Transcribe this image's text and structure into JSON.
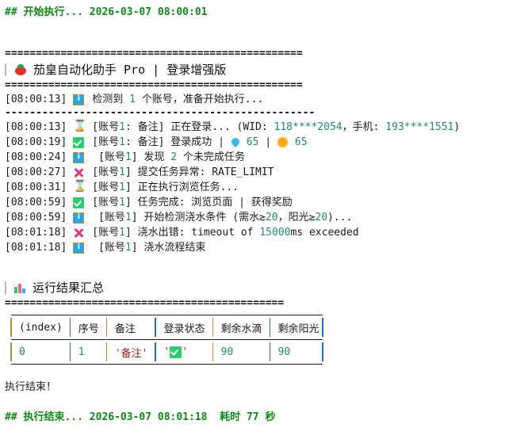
{
  "header": {
    "start_line": "## 开始执行... 2026-03-07 08:00:01"
  },
  "banner": {
    "rule": "================================================",
    "icon": "tomato-icon",
    "title": "茄皇自动化助手 Pro | 登录增强版"
  },
  "separators": {
    "dashed": "--------------------------------------------------",
    "equals_short": "============================================="
  },
  "logs": [
    {
      "time": "[08:00:13]",
      "icon": "info-icon",
      "segments": [
        {
          "text": "检测到 ",
          "color": "dark"
        },
        {
          "text": "1",
          "color": "teal"
        },
        {
          "text": " 个账号，准备开始执行...",
          "color": "dark"
        }
      ]
    },
    {
      "time": "[08:00:13]",
      "icon": "hourglass-icon",
      "segments": [
        {
          "text": "[账号",
          "color": "dark"
        },
        {
          "text": "1",
          "color": "teal"
        },
        {
          "text": ": 备注] 正在登录... (WID: ",
          "color": "dark"
        },
        {
          "text": "118****2054",
          "color": "teal"
        },
        {
          "text": "，手机: ",
          "color": "dark"
        },
        {
          "text": "193****1551",
          "color": "teal"
        },
        {
          "text": ")",
          "color": "dark"
        }
      ]
    },
    {
      "time": "[08:00:19]",
      "icon": "check-icon",
      "segments": [
        {
          "text": "[账号",
          "color": "dark"
        },
        {
          "text": "1",
          "color": "teal"
        },
        {
          "text": ": 备注] 登录成功 | ",
          "color": "dark"
        },
        {
          "icon": "water-drop-icon"
        },
        {
          "text": " ",
          "color": "dark"
        },
        {
          "text": "65",
          "color": "teal"
        },
        {
          "text": " | ",
          "color": "dark"
        },
        {
          "icon": "sun-icon"
        },
        {
          "text": " ",
          "color": "dark"
        },
        {
          "text": "65",
          "color": "teal"
        }
      ]
    },
    {
      "time": "[08:00:24]",
      "icon": "info-icon",
      "segments": [
        {
          "text": " [账号",
          "color": "dark"
        },
        {
          "text": "1",
          "color": "teal"
        },
        {
          "text": "] 发现 ",
          "color": "dark"
        },
        {
          "text": "2",
          "color": "teal"
        },
        {
          "text": " 个未完成任务",
          "color": "dark"
        }
      ]
    },
    {
      "time": "[08:00:27]",
      "icon": "x-icon",
      "segments": [
        {
          "text": "[账号",
          "color": "dark"
        },
        {
          "text": "1",
          "color": "teal"
        },
        {
          "text": "] 提交任务异常: RATE_LIMIT",
          "color": "dark"
        }
      ]
    },
    {
      "time": "[08:00:31]",
      "icon": "hourglass-icon",
      "segments": [
        {
          "text": "[账号",
          "color": "dark"
        },
        {
          "text": "1",
          "color": "teal"
        },
        {
          "text": "] 正在执行浏览任务...",
          "color": "dark"
        }
      ]
    },
    {
      "time": "[08:00:59]",
      "icon": "check-icon",
      "segments": [
        {
          "text": "[账号",
          "color": "dark"
        },
        {
          "text": "1",
          "color": "teal"
        },
        {
          "text": "] 任务完成: 浏览页面 | 获得奖励",
          "color": "dark"
        }
      ]
    },
    {
      "time": "[08:00:59]",
      "icon": "info-icon",
      "segments": [
        {
          "text": " [账号",
          "color": "dark"
        },
        {
          "text": "1",
          "color": "teal"
        },
        {
          "text": "] 开始检测浇水条件 (需水≥",
          "color": "dark"
        },
        {
          "text": "20",
          "color": "teal"
        },
        {
          "text": "，阳光≥",
          "color": "dark"
        },
        {
          "text": "20",
          "color": "teal"
        },
        {
          "text": ")...",
          "color": "dark"
        }
      ]
    },
    {
      "time": "[08:01:18]",
      "icon": "x-icon",
      "segments": [
        {
          "text": "[账号",
          "color": "dark"
        },
        {
          "text": "1",
          "color": "teal"
        },
        {
          "text": "] 浇水出错: timeout of ",
          "color": "dark"
        },
        {
          "text": "15000",
          "color": "teal"
        },
        {
          "text": "ms exceeded",
          "color": "dark"
        }
      ]
    },
    {
      "time": "[08:01:18]",
      "icon": "info-icon",
      "segments": [
        {
          "text": " [账号",
          "color": "dark"
        },
        {
          "text": "1",
          "color": "teal"
        },
        {
          "text": "] 浇水流程结束",
          "color": "dark"
        }
      ]
    }
  ],
  "summary": {
    "icon": "bar-chart-icon",
    "title": "运行结果汇总"
  },
  "table": {
    "columns": [
      "(index)",
      "序号",
      "备注",
      "登录状态",
      "剩余水滴",
      "剩余阳光"
    ],
    "rows": [
      {
        "index": "0",
        "seq": "1",
        "note": "备注",
        "login_status_icon": "check-icon",
        "water": "90",
        "sun": "90"
      }
    ]
  },
  "footer": {
    "done_text": "执行结束！",
    "end_line": "## 执行结束... 2026-03-07 08:01:18  耗时 77 秒"
  }
}
